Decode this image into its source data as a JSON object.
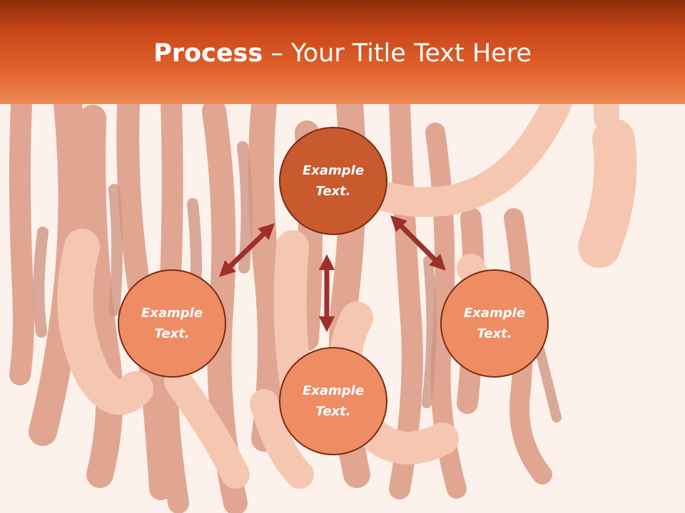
{
  "slide": {
    "title_bold": "Process",
    "title_rest": " – Your Title Text Here"
  },
  "nodes": [
    {
      "line1": "Example",
      "line2": "Text."
    },
    {
      "line1": "Example",
      "line2": "Text."
    },
    {
      "line1": "Example",
      "line2": "Text."
    },
    {
      "line1": "Example",
      "line2": "Text."
    }
  ],
  "colors": {
    "header_dark": "#8a2e08",
    "header_light": "#ee8a55",
    "top_circle": "#c85a2e",
    "side_circles": "#ee8c64",
    "circle_border": "#7a2a10",
    "arrows": "#9e2f2a"
  }
}
